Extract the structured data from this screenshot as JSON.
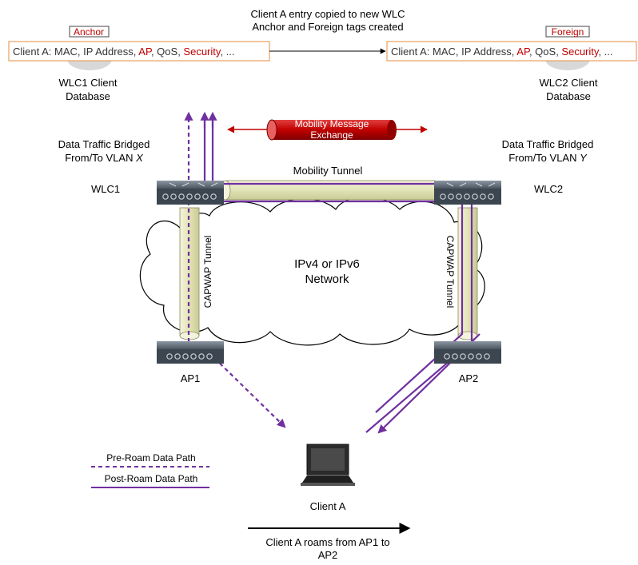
{
  "top_caption": {
    "line1": "Client A entry copied to new WLC",
    "line2": "Anchor and Foreign tags created"
  },
  "anchor_db": {
    "tag": "Anchor",
    "entry": {
      "prefix": "Client A: MAC, IP Address, ",
      "ap": "AP",
      "sep1": ", QoS, ",
      "security": "Security",
      "suffix": ", ..."
    },
    "caption_line1": "WLC1 Client",
    "caption_line2": "Database"
  },
  "foreign_db": {
    "tag": "Foreign",
    "entry": {
      "prefix": "Client A: MAC, IP Address, ",
      "ap": "AP",
      "sep1": ", QoS, ",
      "security": "Security",
      "suffix": ", ..."
    },
    "caption_line1": "WLC2 Client",
    "caption_line2": "Database"
  },
  "mobility_message": {
    "line1": "Mobility Message",
    "line2": "Exchange"
  },
  "mobility_tunnel": "Mobility Tunnel",
  "wlc1": {
    "label": "WLC1",
    "bridge_line1": "Data Traffic Bridged",
    "bridge_line2_prefix": "From/To VLAN ",
    "bridge_vlan": "X"
  },
  "wlc2": {
    "label": "WLC2",
    "bridge_line1": "Data Traffic Bridged",
    "bridge_line2_prefix": "From/To VLAN ",
    "bridge_vlan": "Y"
  },
  "network": {
    "line1": "IPv4 or IPv6",
    "line2": "Network"
  },
  "capwap_left": "CAPWAP Tunnel",
  "capwap_right": "CAPWAP Tunnel",
  "ap1": "AP1",
  "ap2": "AP2",
  "client": "Client A",
  "legend": {
    "pre": "Pre-Roam Data Path",
    "post": "Post-Roam Data Path"
  },
  "roam_caption": {
    "line1": "Client A roams from AP1 to",
    "line2": "AP2"
  },
  "colors": {
    "purple": "#7030a0",
    "red_text": "#c00000",
    "tunnel_fill": "#e6e7bd",
    "box_border": "#e8a060",
    "device_dark": "#3c4650",
    "device_light": "#b9c0c8"
  }
}
